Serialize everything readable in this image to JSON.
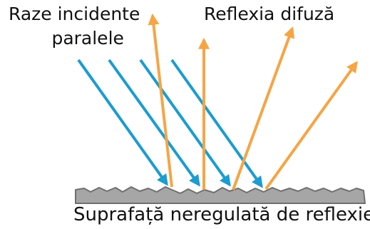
{
  "labels": {
    "incident_line1": "Raze incidente",
    "incident_line2": "paralele",
    "reflected": "Reflexia difuză",
    "surface": "Suprafață neregulată de reflexie"
  },
  "colors": {
    "incident_ray": "#1c9ccf",
    "reflected_ray": "#f5a545",
    "surface_fill": "#a6a6a6",
    "surface_edge": "#6f6f6f",
    "text": "#111111"
  }
}
